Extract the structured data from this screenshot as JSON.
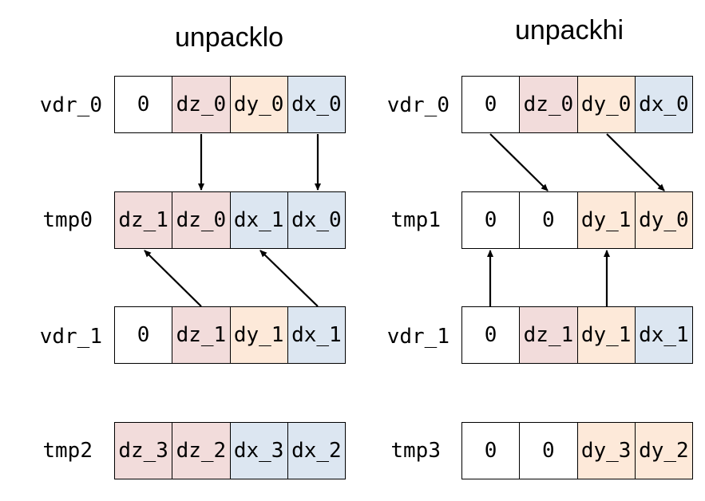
{
  "colors": {
    "white": "#ffffff",
    "pink": "#f2dcdb",
    "peach": "#fde9d9",
    "blue": "#dce6f1"
  },
  "diagrams": [
    {
      "title": "unpacklo",
      "rows": [
        {
          "label": "vdr_0",
          "cells": [
            {
              "text": "0",
              "color": "white"
            },
            {
              "text": "dz_0",
              "color": "pink"
            },
            {
              "text": "dy_0",
              "color": "peach"
            },
            {
              "text": "dx_0",
              "color": "blue"
            }
          ]
        },
        {
          "label": "tmp0",
          "cells": [
            {
              "text": "dz_1",
              "color": "pink"
            },
            {
              "text": "dz_0",
              "color": "pink"
            },
            {
              "text": "dx_1",
              "color": "blue"
            },
            {
              "text": "dx_0",
              "color": "blue"
            }
          ]
        },
        {
          "label": "vdr_1",
          "cells": [
            {
              "text": "0",
              "color": "white"
            },
            {
              "text": "dz_1",
              "color": "pink"
            },
            {
              "text": "dy_1",
              "color": "peach"
            },
            {
              "text": "dx_1",
              "color": "blue"
            }
          ]
        },
        {
          "label": "tmp2",
          "cells": [
            {
              "text": "dz_3",
              "color": "pink"
            },
            {
              "text": "dz_2",
              "color": "pink"
            },
            {
              "text": "dx_3",
              "color": "blue"
            },
            {
              "text": "dx_2",
              "color": "blue"
            }
          ]
        }
      ]
    },
    {
      "title": "unpackhi",
      "rows": [
        {
          "label": "vdr_0",
          "cells": [
            {
              "text": "0",
              "color": "white"
            },
            {
              "text": "dz_0",
              "color": "pink"
            },
            {
              "text": "dy_0",
              "color": "peach"
            },
            {
              "text": "dx_0",
              "color": "blue"
            }
          ]
        },
        {
          "label": "tmp1",
          "cells": [
            {
              "text": "0",
              "color": "white"
            },
            {
              "text": "0",
              "color": "white"
            },
            {
              "text": "dy_1",
              "color": "peach"
            },
            {
              "text": "dy_0",
              "color": "peach"
            }
          ]
        },
        {
          "label": "vdr_1",
          "cells": [
            {
              "text": "0",
              "color": "white"
            },
            {
              "text": "dz_1",
              "color": "pink"
            },
            {
              "text": "dy_1",
              "color": "peach"
            },
            {
              "text": "dx_1",
              "color": "blue"
            }
          ]
        },
        {
          "label": "tmp3",
          "cells": [
            {
              "text": "0",
              "color": "white"
            },
            {
              "text": "0",
              "color": "white"
            },
            {
              "text": "dy_3",
              "color": "peach"
            },
            {
              "text": "dy_2",
              "color": "peach"
            }
          ]
        }
      ]
    }
  ]
}
